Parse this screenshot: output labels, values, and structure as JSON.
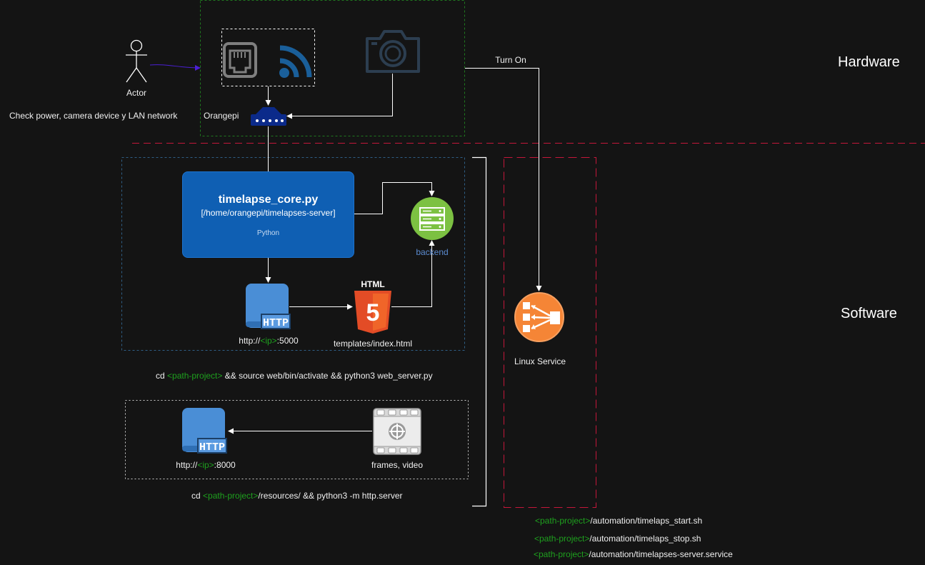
{
  "sections": {
    "hardware": "Hardware",
    "software": "Software"
  },
  "actor": {
    "label": "Actor",
    "note": "Check power, camera device y LAN network"
  },
  "orangepi": {
    "label": "Orangepi"
  },
  "turn_on": "Turn On",
  "core": {
    "title": "timelapse_core.py",
    "path": "[/home/orangepi/timelapses-server]",
    "lang": "Python"
  },
  "backend": {
    "label": "backend"
  },
  "http5000": {
    "pre": "http://",
    "ip": "<ip>",
    "post": ":5000"
  },
  "html_node": {
    "label": "templates/index.html",
    "badge": "HTML",
    "glyph": "5"
  },
  "http_badge": "HTTP",
  "cmd_web": {
    "pre": "cd ",
    "path": "<path-project>",
    "post": " && source web/bin/activate && python3 web_server.py"
  },
  "http8000": {
    "pre": "http://",
    "ip": "<ip>",
    "post": ":8000"
  },
  "frames": {
    "label": "frames, video"
  },
  "cmd_http": {
    "pre": "cd ",
    "path": "<path-project>",
    "post": "/resources/ && python3 -m http.server"
  },
  "linux_service": {
    "label": "Linux Service"
  },
  "automation": [
    {
      "path": "<path-project>",
      "file": "/automation/timelaps_start.sh"
    },
    {
      "path": "<path-project>",
      "file": "/automation/timelaps_stop.sh"
    },
    {
      "path": "<path-project>",
      "file": "/automation/timelapses-server.service"
    }
  ],
  "colors": {
    "hardware_border": "#1f7a1f",
    "software_border": "#2f5f86",
    "service_border": "#c4173a",
    "core_fill": "#0f5fb3",
    "backend_fill": "#7cc142",
    "service_fill": "#f58536",
    "path_text": "#1ea01e",
    "actor_arrow": "#4b1fd6"
  },
  "icons": [
    "person-icon",
    "ethernet-port-icon",
    "wireless-signal-icon",
    "camera-icon",
    "router-icon",
    "server-icon",
    "http-icon",
    "html5-icon",
    "video-frame-icon",
    "load-balancer-icon"
  ]
}
